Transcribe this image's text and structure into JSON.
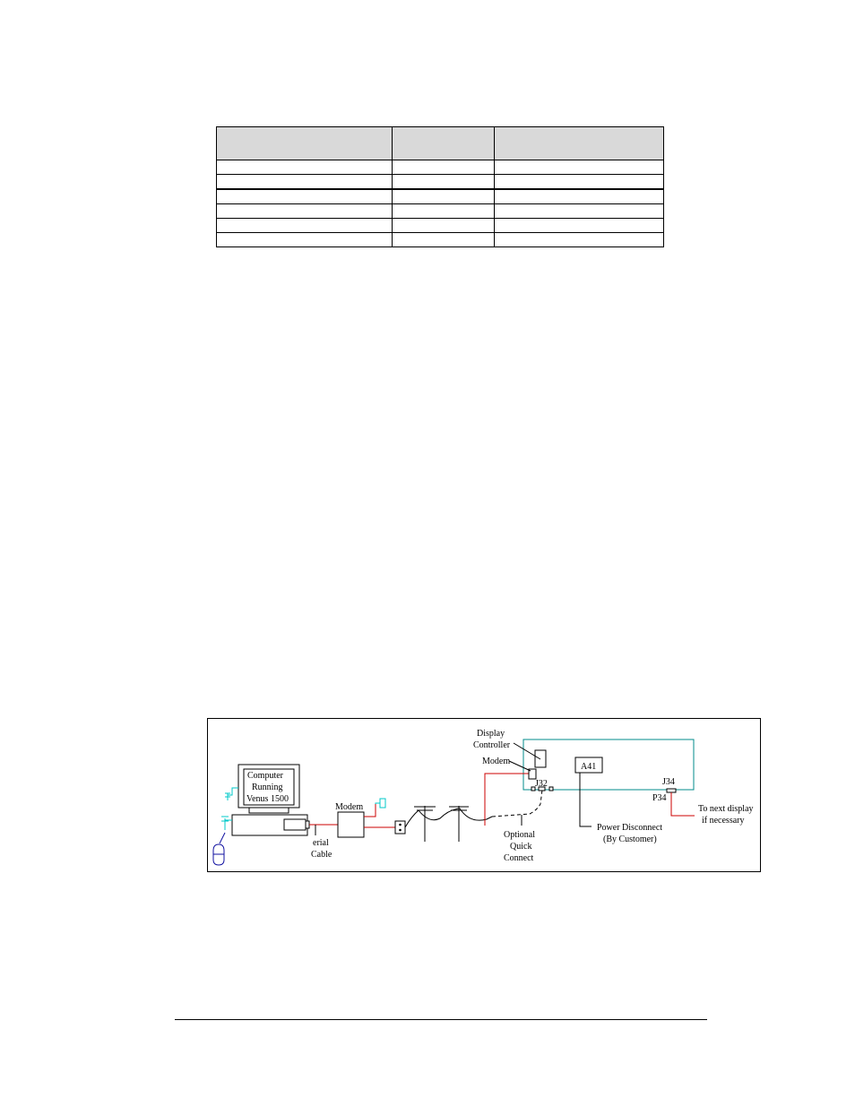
{
  "table": {
    "rows": [
      [
        "",
        "",
        ""
      ],
      [
        "",
        "",
        ""
      ],
      [
        "",
        "",
        ""
      ],
      [
        "",
        "",
        ""
      ],
      [
        "",
        "",
        ""
      ],
      [
        "",
        "",
        ""
      ],
      [
        "",
        "",
        ""
      ]
    ]
  },
  "diagram": {
    "computer_label": [
      "Computer",
      "Running",
      "Venus 1500"
    ],
    "serial_label": [
      "erial",
      "Cable"
    ],
    "modem_label": "Modem",
    "display_controller_label": [
      "Display",
      "Controller"
    ],
    "display_modem_label": "Modem",
    "j32_label": "J32",
    "a41_label": "A41",
    "j34_label": "J34",
    "p34_label": "P34",
    "quick_connect_label": [
      "Optional",
      "Quick",
      "Connect"
    ],
    "power_disconnect_label": [
      "Power Disconnect",
      "(By Customer)"
    ],
    "next_display_label": [
      "To next display",
      "if necessary"
    ],
    "colors": {
      "serial_line": "#cc0000",
      "display_enclosure": "#008b8b",
      "power_plug": "#00c8c8",
      "mouse": "#1010a0"
    }
  }
}
